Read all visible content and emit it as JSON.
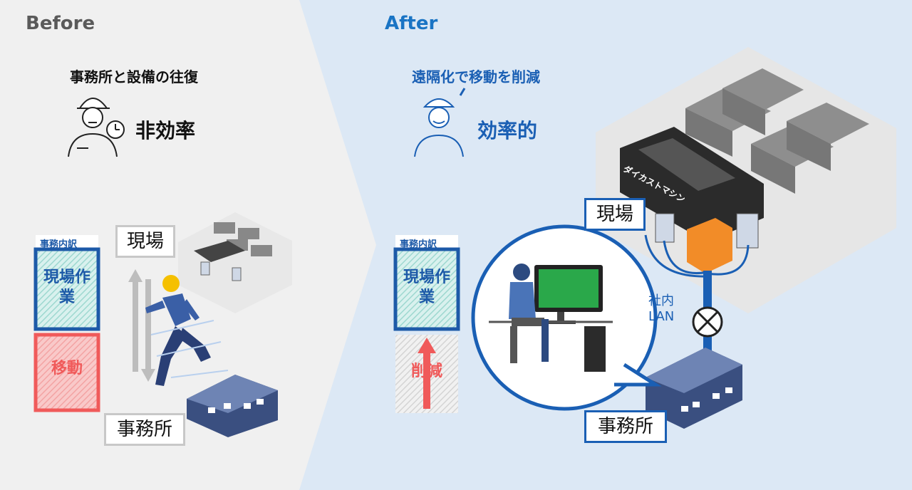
{
  "before": {
    "heading": "Before",
    "title": "事務所と設備の往復",
    "verdict": "非効率",
    "bar_header": "事務内訳",
    "bar_work": "現場作業",
    "bar_move": "移動",
    "site_label": "現場",
    "office_label": "事務所"
  },
  "after": {
    "heading": "After",
    "title": "遠隔化で移動を削減",
    "verdict": "効率的",
    "bar_header": "事務内訳",
    "bar_work": "現場作業",
    "bar_reduce": "削減",
    "site_label": "現場",
    "office_label": "事務所",
    "lan_label": "社内 LAN",
    "machine_label": "ダイカストマシン"
  },
  "colors": {
    "before_bg": "#f0f0f0",
    "after_bg": "#dce8f5",
    "accent_blue": "#1a5fb4",
    "move_red": "#f05a5a",
    "heading_gray": "#5a5a5a",
    "after_heading": "#1a74c4"
  }
}
